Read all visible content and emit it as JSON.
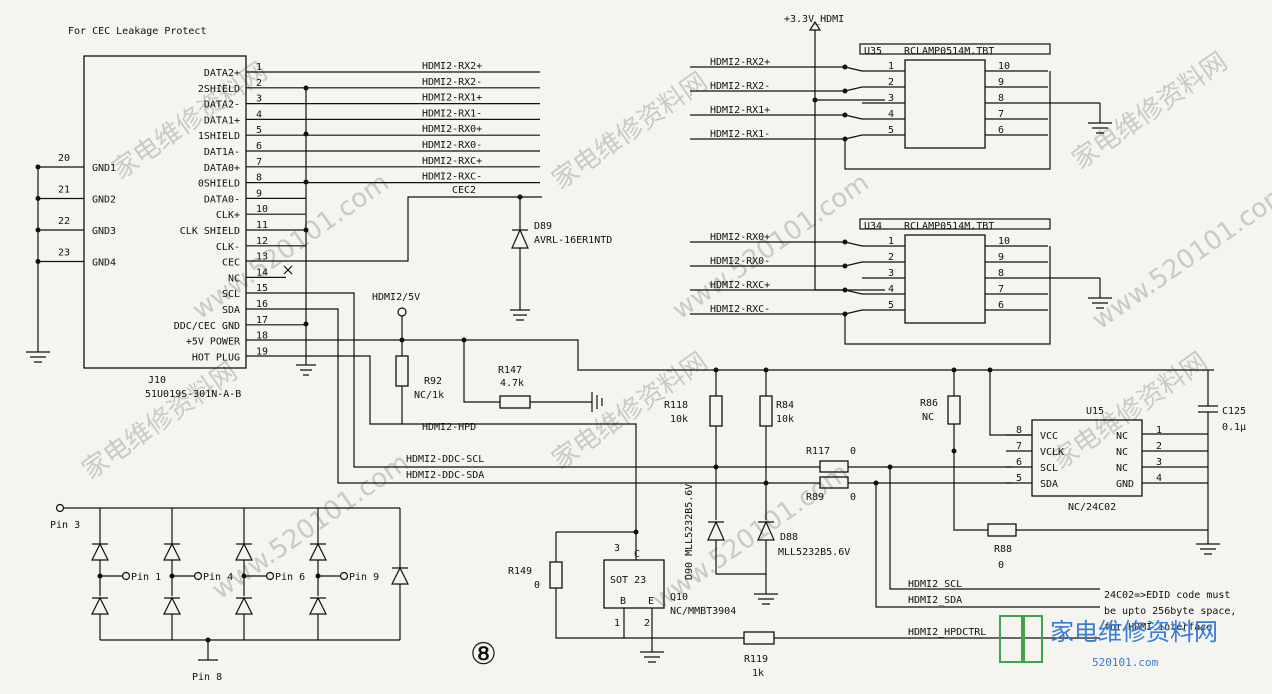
{
  "header": {
    "note": "For CEC Leakage Protect"
  },
  "j10": {
    "ref": "J10",
    "part": "51U019S-301N-A-B",
    "pins": [
      {
        "num": "1",
        "name": "DATA2+",
        "net": "HDMI2-RX2+"
      },
      {
        "num": "2",
        "name": "2SHIELD",
        "net": "HDMI2-RX2-"
      },
      {
        "num": "3",
        "name": "DATA2-",
        "net": "HDMI2-RX1+"
      },
      {
        "num": "4",
        "name": "DATA1+",
        "net": "HDMI2-RX1-"
      },
      {
        "num": "5",
        "name": "1SHIELD",
        "net": "HDMI2-RX0+"
      },
      {
        "num": "6",
        "name": "DAT1A-",
        "net": "HDMI2-RX0-"
      },
      {
        "num": "7",
        "name": "DATA0+",
        "net": "HDMI2-RXC+"
      },
      {
        "num": "8",
        "name": "0SHIELD",
        "net": "HDMI2-RXC-"
      },
      {
        "num": "9",
        "name": "DATA0-",
        "net": "CEC2"
      },
      {
        "num": "10",
        "name": "CLK+",
        "net": ""
      },
      {
        "num": "11",
        "name": "CLK SHIELD",
        "net": ""
      },
      {
        "num": "12",
        "name": "CLK-",
        "net": ""
      },
      {
        "num": "13",
        "name": "CEC",
        "net": ""
      },
      {
        "num": "14",
        "name": "NC",
        "net": ""
      },
      {
        "num": "15",
        "name": "SCL",
        "net": ""
      },
      {
        "num": "16",
        "name": "SDA",
        "net": ""
      },
      {
        "num": "17",
        "name": "DDC/CEC GND",
        "net": ""
      },
      {
        "num": "18",
        "name": "+5V POWER",
        "net": ""
      },
      {
        "num": "19",
        "name": "HOT PLUG",
        "net": ""
      }
    ],
    "gnd_pins": [
      {
        "num": "20",
        "name": "GND1"
      },
      {
        "num": "21",
        "name": "GND2"
      },
      {
        "num": "22",
        "name": "GND3"
      },
      {
        "num": "23",
        "name": "GND4"
      }
    ]
  },
  "d89": {
    "ref": "D89",
    "part": "AVRL-16ER1NTD"
  },
  "rail": {
    "name": "+3.3V_HDMI"
  },
  "u35": {
    "ref": "U35",
    "part": "RCLAMP0514M.TBT",
    "inputs": [
      "HDMI2-RX2+",
      "HDMI2-RX2-",
      "HDMI2-RX1+",
      "HDMI2-RX1-"
    ],
    "left_pins": [
      "1",
      "2",
      "3",
      "4",
      "5"
    ],
    "right_pins": [
      "10",
      "9",
      "8",
      "7",
      "6"
    ]
  },
  "u34": {
    "ref": "U34",
    "part": "RCLAMP0514M.TBT",
    "inputs": [
      "HDMI2-RX0+",
      "HDMI2-RX0-",
      "HDMI2-RXC+",
      "HDMI2-RXC-"
    ],
    "left_pins": [
      "1",
      "2",
      "3",
      "4",
      "5"
    ],
    "right_pins": [
      "10",
      "9",
      "8",
      "7",
      "6"
    ]
  },
  "hdmi5v": "HDMI2/5V",
  "r92": {
    "ref": "R92",
    "value": "NC/1k"
  },
  "r147": {
    "ref": "R147",
    "value": "4.7k"
  },
  "r118": {
    "ref": "R118",
    "value": "10k"
  },
  "r84": {
    "ref": "R84",
    "value": "10k"
  },
  "r86": {
    "ref": "R86",
    "value": "NC"
  },
  "r117": {
    "ref": "R117",
    "value": "0"
  },
  "r89": {
    "ref": "R89",
    "value": "0"
  },
  "r88": {
    "ref": "R88",
    "value": "0"
  },
  "r149": {
    "ref": "R149",
    "value": "0"
  },
  "r119": {
    "ref": "R119",
    "value": "1k"
  },
  "c125": {
    "ref": "C125",
    "value": "0.1μ"
  },
  "d90": {
    "label": "D90 MLL5232B5.6V"
  },
  "d88": {
    "ref": "D88",
    "part": "MLL5232B5.6V"
  },
  "q10": {
    "ref": "Q10",
    "part": "NC/MMBT3904",
    "pkg": "SOT 23",
    "pins": [
      "C",
      "B",
      "E",
      "3",
      "1",
      "2"
    ]
  },
  "nets": {
    "hpd": "HDMI2-HPD",
    "ddc_scl": "HDMI2-DDC-SCL",
    "ddc_sda": "HDMI2-DDC-SDA",
    "scl": "HDMI2_SCL",
    "sda": "HDMI2_SDA",
    "hpdctrl": "HDMI2_HPDCTRL"
  },
  "u15": {
    "ref": "U15",
    "part": "NC/24C02",
    "left": [
      {
        "num": "8",
        "name": "VCC"
      },
      {
        "num": "7",
        "name": "VCLK"
      },
      {
        "num": "6",
        "name": "SCL"
      },
      {
        "num": "5",
        "name": "SDA"
      }
    ],
    "right": [
      {
        "num": "1",
        "name": "NC"
      },
      {
        "num": "2",
        "name": "NC"
      },
      {
        "num": "3",
        "name": "NC"
      },
      {
        "num": "4",
        "name": "GND"
      }
    ]
  },
  "note_edid": [
    "24C02=>EDID code must",
    "be upto 256byte space,",
    "for HDMI interface."
  ],
  "pins_network": {
    "labels": [
      "Pin 3",
      "Pin 1",
      "Pin 4",
      "Pin 6",
      "Pin 9",
      "Pin 8"
    ]
  },
  "page_mark": "⑧",
  "watermark": {
    "text": "www.520101.com",
    "cn": "家电维修资料网",
    "logo_cn": "家电维修资料网",
    "logo_url": "520101.com"
  }
}
